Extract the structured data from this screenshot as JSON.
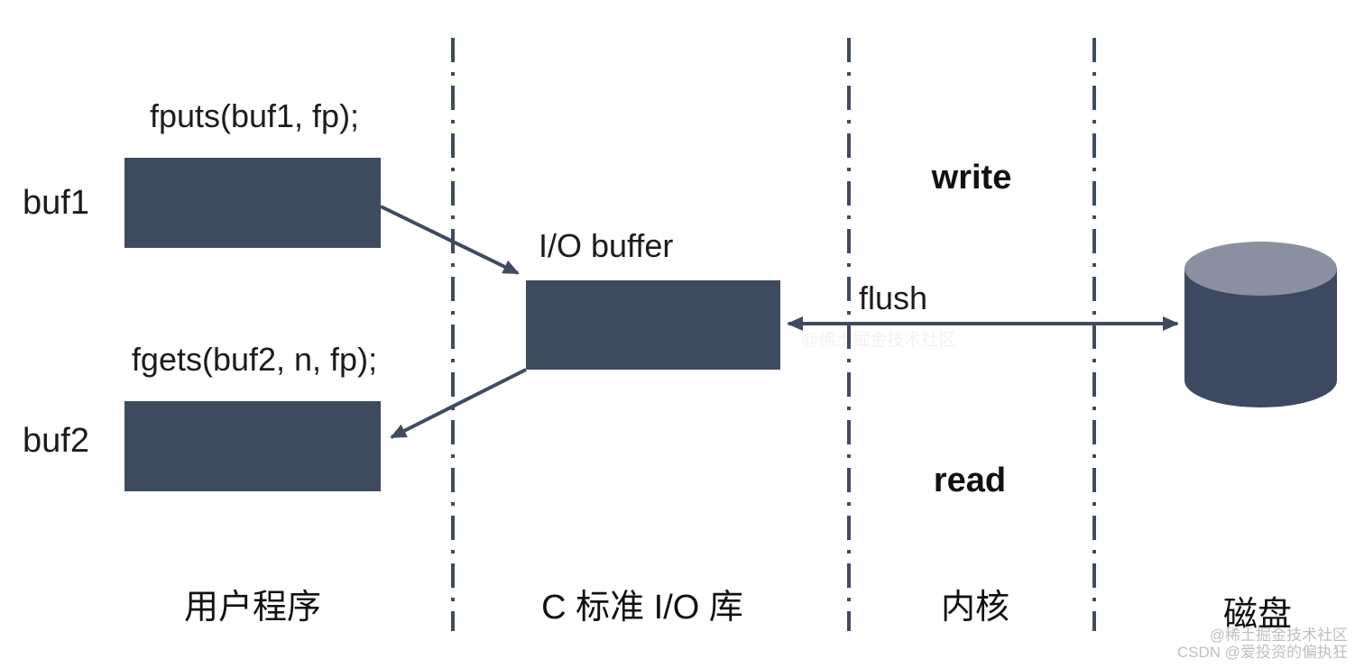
{
  "diagram": {
    "user_program": {
      "fputs_call": "fputs(buf1, fp);",
      "buf1_label": "buf1",
      "fgets_call": "fgets(buf2, n, fp);",
      "buf2_label": "buf2"
    },
    "stdio_library": {
      "io_buffer_label": "I/O buffer"
    },
    "kernel": {
      "write_label": "write",
      "flush_label": "flush",
      "read_label": "read"
    },
    "sections": {
      "user_program": "用户程序",
      "c_stdio_library": "C 标准 I/O 库",
      "kernel": "内核",
      "disk": "磁盘"
    },
    "icons": {
      "disk": "disk-cylinder-icon"
    },
    "colors": {
      "box_fill": "#3e4a5e",
      "line_stroke": "#404b60",
      "disk_body": "#3d4960",
      "disk_top": "#8a90a0",
      "text": "#1c1c1c",
      "watermark_gray": "#c0bfbf"
    },
    "watermark": {
      "line1": "@稀土掘金技术社区",
      "line2": "CSDN @爱投资的偏执狂"
    }
  }
}
